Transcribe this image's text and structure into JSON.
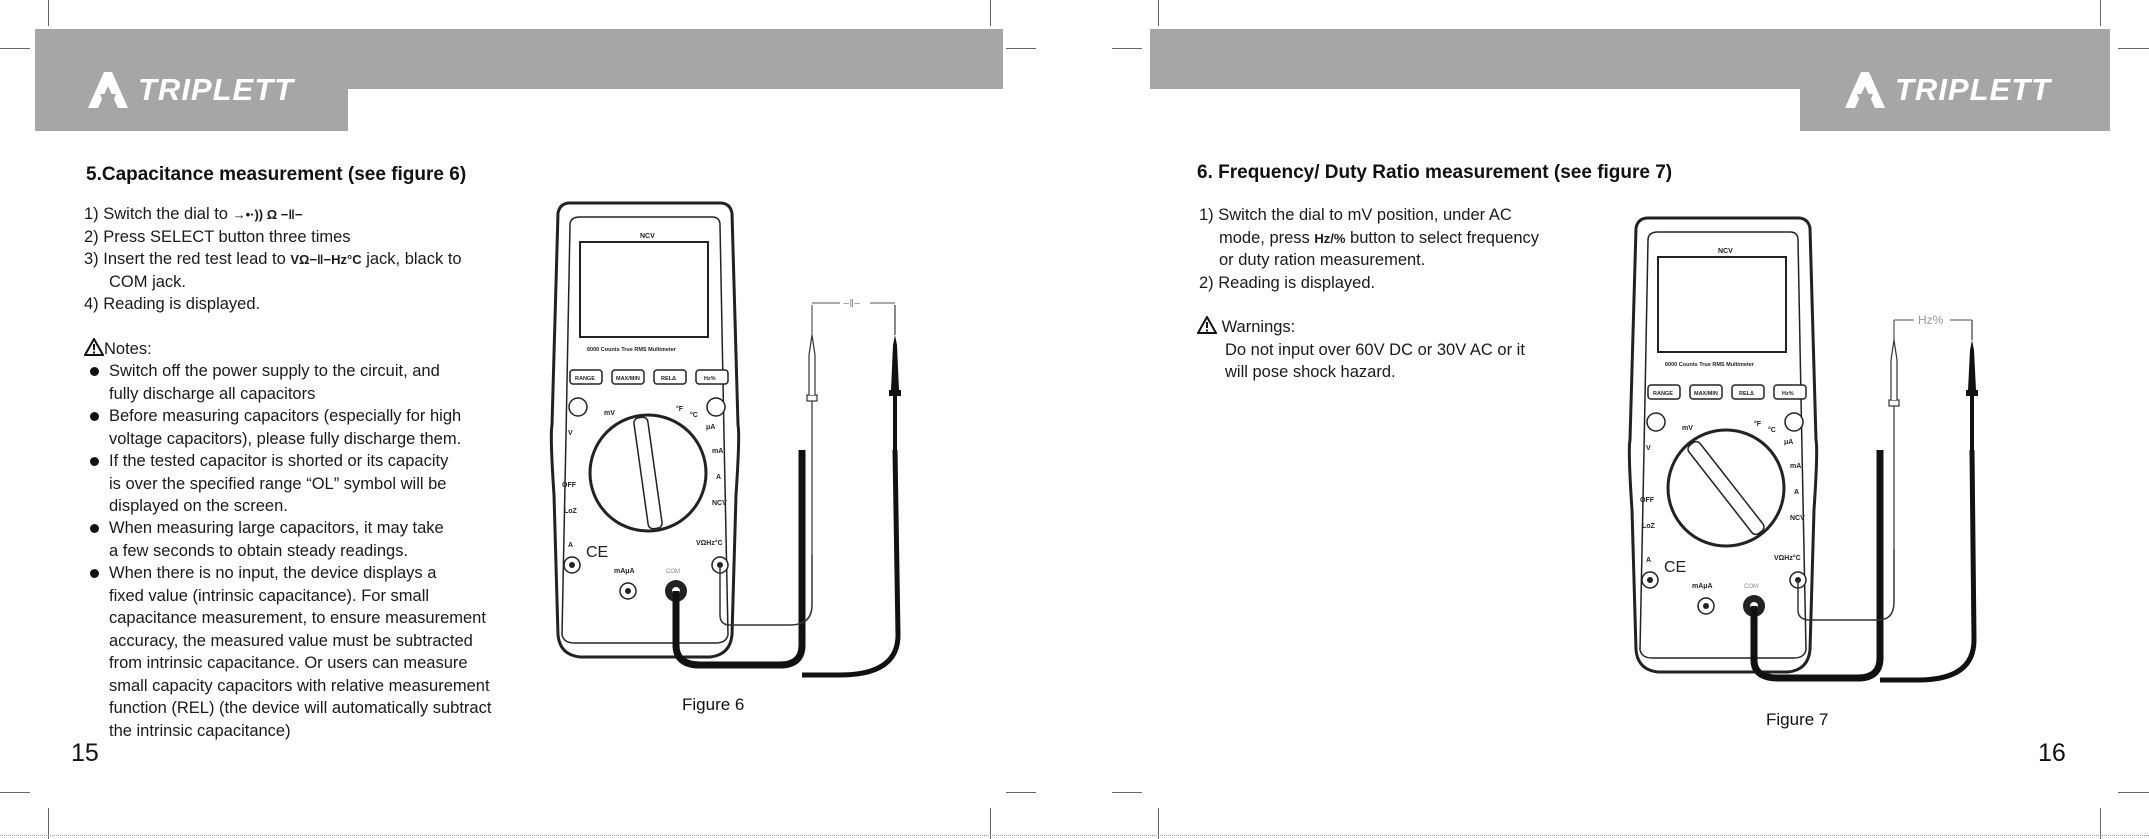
{
  "brand": "TRIPLETT",
  "left": {
    "heading": "5.Capacitance measurement (see figure 6)",
    "steps": [
      {
        "pre": "1) Switch the dial to",
        "sym": "→•·)) Ω −‖−",
        "post": ""
      },
      {
        "pre": "2) Press SELECT button three times",
        "sym": "",
        "post": ""
      },
      {
        "pre": "3) Insert the red test lead to",
        "sym": "VΩ−‖−Hz°C",
        "post": "jack, black to"
      },
      {
        "pre": "COM jack.",
        "sym": "",
        "post": ""
      },
      {
        "pre": "4) Reading is displayed.",
        "sym": "",
        "post": ""
      }
    ],
    "notes_title": "Notes:",
    "notes": [
      [
        "Switch off the power supply to the circuit, and",
        "fully discharge all capacitors"
      ],
      [
        "Before measuring capacitors (especially for high",
        "voltage capacitors), please fully discharge them."
      ],
      [
        "If the tested capacitor is shorted or its capacity",
        "is over the specified range “OL” symbol will be",
        "displayed on the screen."
      ],
      [
        "When measuring large capacitors, it may take",
        "a few seconds to obtain steady readings."
      ],
      [
        "When there is no input, the device displays a",
        "fixed value (intrinsic capacitance). For small",
        "capacitance measurement, to ensure measurement",
        "accuracy, the measured value must be subtracted",
        "from intrinsic capacitance. Or users can measure",
        "small capacity capacitors with relative measurement",
        "function (REL) (the device will automatically subtract",
        "the intrinsic capacitance)"
      ]
    ],
    "page_number": "15",
    "figure_caption": "Figure 6"
  },
  "right": {
    "heading": "6. Frequency/ Duty Ratio measurement (see figure 7)",
    "steps": [
      {
        "pre": "1) Switch the dial to mV position, under AC",
        "sym": "",
        "post": ""
      },
      {
        "pre": "mode, press",
        "sym": "Hz/%",
        "post": "button to select frequency"
      },
      {
        "pre": "or duty ration measurement.",
        "sym": "",
        "post": ""
      },
      {
        "pre": "2) Reading is displayed.",
        "sym": "",
        "post": ""
      }
    ],
    "warnings_title": "Warnings:",
    "warnings": [
      "Do not input over 60V DC or 30V AC or it",
      "will pose shock hazard."
    ],
    "page_number": "16",
    "figure_caption": "Figure 7"
  },
  "meter": {
    "brand": "NCV",
    "model_line": "6000 Counts True RMS Multimeter",
    "buttons": [
      "RANGE",
      "MAX/MIN",
      "RELΔ",
      "Hz%"
    ],
    "dial_labels": [
      "mV",
      "V",
      "OFF",
      "LoZ",
      "NCV",
      "A",
      "mA",
      "μA",
      "°F",
      "°C"
    ],
    "jacks": [
      "A",
      "mAμA",
      "COM",
      "VΩHz°C"
    ],
    "ce": "CE",
    "probe_label_left": "−‖−",
    "probe_label_right": "Hz%"
  },
  "colors": {
    "band": "#a6a6a6",
    "text": "#1a1a1a"
  }
}
